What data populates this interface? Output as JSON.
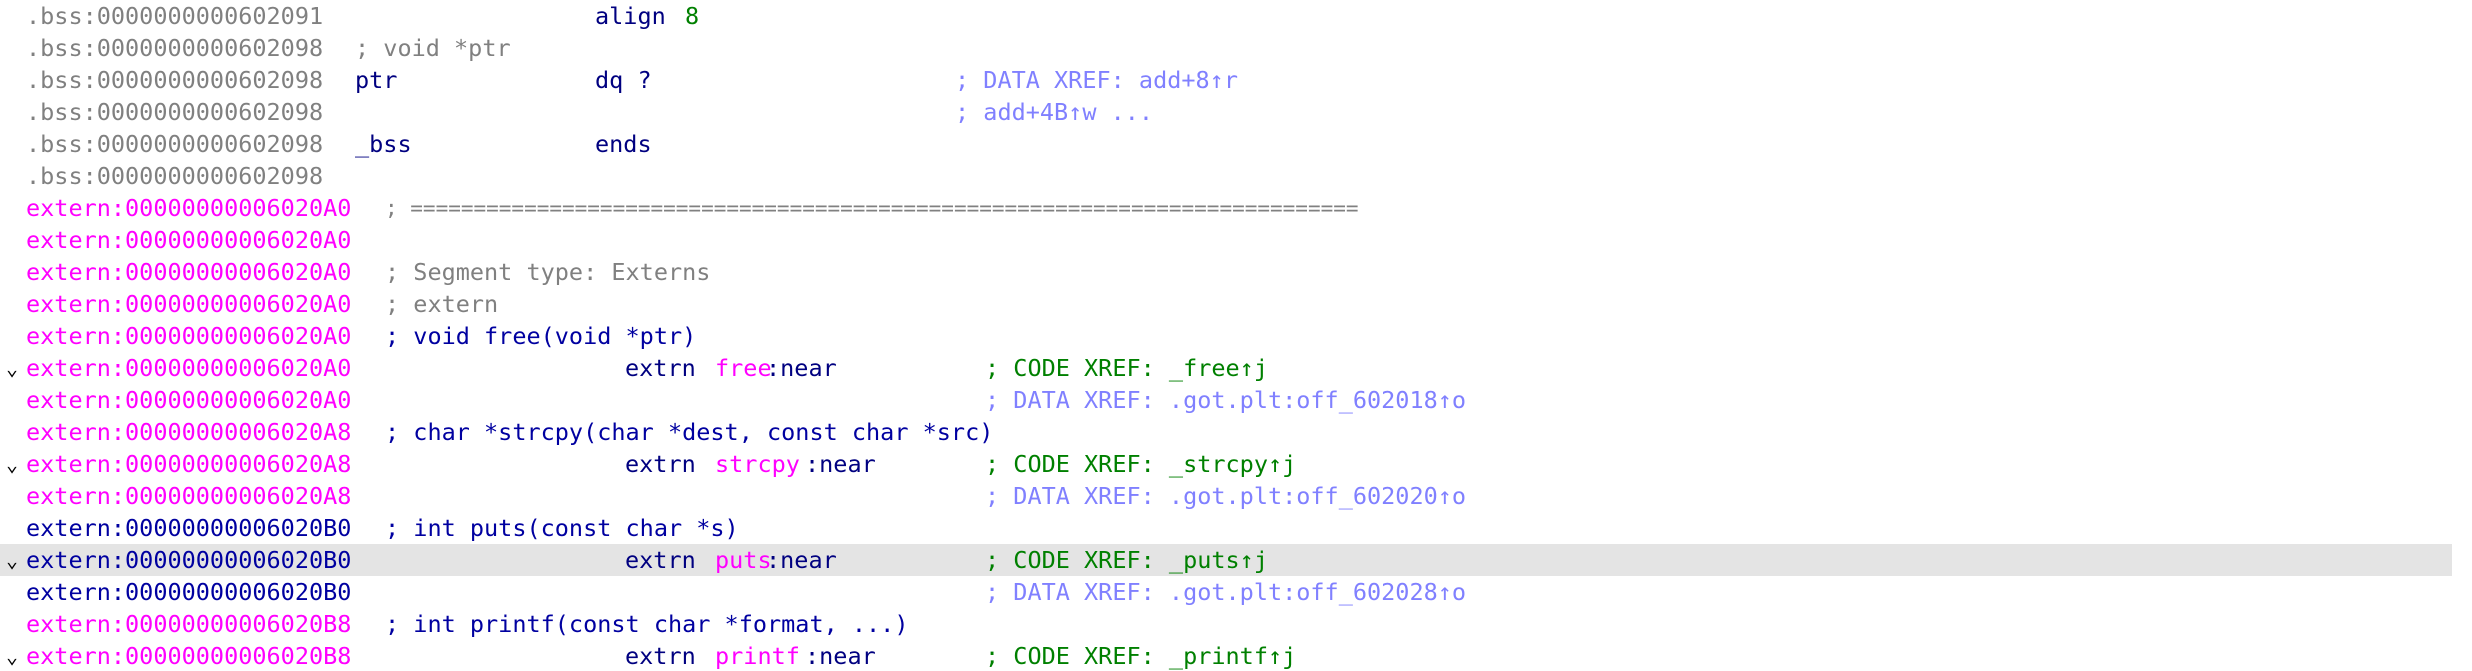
{
  "window": "IDA disassembly listing",
  "colors": {
    "bss_address": "#808080",
    "extern_address": "#ff00ff",
    "extern_address_current": "#0000a0",
    "comment": "#808080",
    "xref_data": "#8080ff",
    "xref_code": "#008000",
    "mnemonic": "#000080",
    "name": "#000080",
    "import": "#ff00ff",
    "number": "#008000",
    "highlight": "#e4e4e4"
  },
  "lines": [
    {
      "addr": ".bss:0000000000602091",
      "mnemonic": "align",
      "operand": "8"
    },
    {
      "addr": ".bss:0000000000602098",
      "comment": "; void *ptr"
    },
    {
      "addr": ".bss:0000000000602098",
      "name": "ptr",
      "mnemonic": "dq ?",
      "xref": "; DATA XREF: add+8↑r"
    },
    {
      "addr": ".bss:0000000000602098",
      "xref": "; add+4B↑w ..."
    },
    {
      "addr": ".bss:0000000000602098",
      "name": "_bss",
      "mnemonic": "ends"
    },
    {
      "addr": ".bss:0000000000602098"
    },
    {
      "addr": "extern:00000000006020A0",
      "comment": "; ==========================================================================="
    },
    {
      "addr": "extern:00000000006020A0"
    },
    {
      "addr": "extern:00000000006020A0",
      "comment": "; Segment type: Externs"
    },
    {
      "addr": "extern:00000000006020A0",
      "comment": "; extern"
    },
    {
      "addr": "extern:00000000006020A0",
      "proto": "; void free(void *ptr)"
    },
    {
      "addr": "extern:00000000006020A0",
      "fold": "⌄",
      "extrn": "extrn",
      "import": "free",
      "suffix": ":near",
      "code_xref": "; CODE XREF: _free↑j"
    },
    {
      "addr": "extern:00000000006020A0",
      "xref": "; DATA XREF: .got.plt:off_602018↑o"
    },
    {
      "addr": "extern:00000000006020A8",
      "proto": "; char *strcpy(char *dest, const char *src)"
    },
    {
      "addr": "extern:00000000006020A8",
      "fold": "⌄",
      "extrn": "extrn",
      "import": "strcpy",
      "suffix": ":near",
      "code_xref": "; CODE XREF: _strcpy↑j"
    },
    {
      "addr": "extern:00000000006020A8",
      "xref": "; DATA XREF: .got.plt:off_602020↑o"
    },
    {
      "addr": "extern:00000000006020B0",
      "proto": "; int puts(const char *s)"
    },
    {
      "addr": "extern:00000000006020B0",
      "fold": "⌄",
      "extrn": "extrn",
      "import": "puts",
      "suffix": ":near",
      "code_xref": "; CODE XREF: _puts↑j"
    },
    {
      "addr": "extern:00000000006020B0",
      "xref": "; DATA XREF: .got.plt:off_602028↑o"
    },
    {
      "addr": "extern:00000000006020B8",
      "proto": "; int printf(const char *format, ...)"
    },
    {
      "addr": "extern:00000000006020B8",
      "fold": "⌄",
      "extrn": "extrn",
      "import": "printf",
      "suffix": ":near",
      "code_xref": "; CODE XREF: _printf↑j"
    }
  ]
}
